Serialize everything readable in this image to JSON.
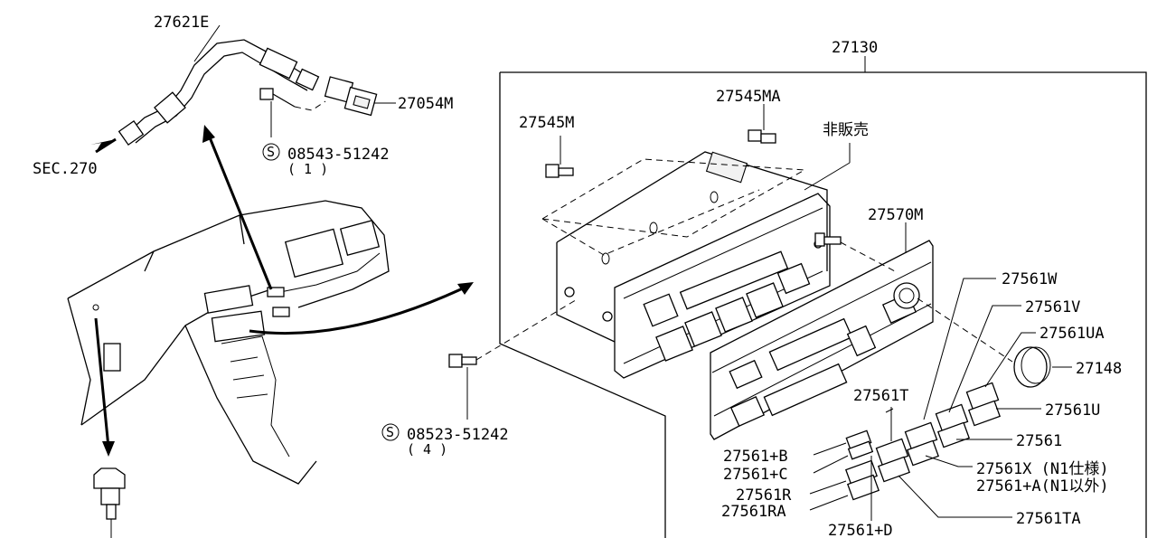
{
  "labels": {
    "hose": "27621E",
    "assembly": "27130",
    "sensor": "27054M",
    "screw_top": "08543-51242",
    "screw_top_qty": "( 1 )",
    "section_ref": "SEC.270",
    "clip_ma": "27545MA",
    "clip_m": "27545M",
    "not_sold": "非販売",
    "finisher": "27570M",
    "knob_w": "27561W",
    "knob_v": "27561V",
    "knob_ua": "27561UA",
    "dial": "27148",
    "knob_u": "27561U",
    "knob_t": "27561T",
    "knob": "27561",
    "knob_b": "27561+B",
    "knob_c": "27561+C",
    "knob_x": "27561X (N1仕様)",
    "knob_a": "27561+A(N1以外)",
    "knob_r": "27561R",
    "knob_ra": "27561RA",
    "knob_d": "27561+D",
    "knob_ta": "27561TA",
    "screw_bottom": "08523-51242",
    "screw_bottom_qty": "( 4 )",
    "s_symbol": "S"
  }
}
